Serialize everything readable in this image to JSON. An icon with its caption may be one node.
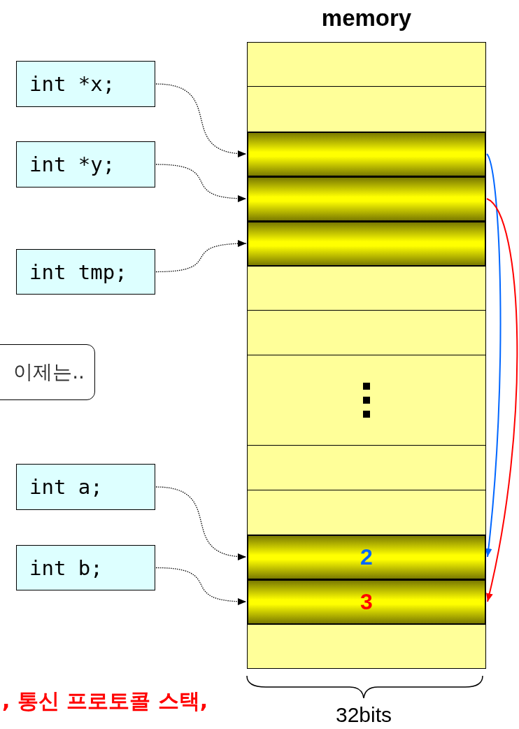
{
  "diagram": {
    "nodes": [
      {
        "text": [
          "int *x;"
        ]
      },
      {
        "text": [
          "int *y;"
        ]
      },
      {
        "text": [
          "int tmp;"
        ]
      },
      {
        "text": [
          "이제는.."
        ]
      },
      {
        "text": [
          "int a;"
        ]
      },
      {
        "text": [
          "int b;"
        ]
      },
      {
        "text": [
          "memory"
        ]
      },
      {
        "text": [],
        "shape": "box",
        "in": 6
      },
      {
        "text": [],
        "shape": "box",
        "in": 6
      },
      {
        "text": [],
        "shape": "box",
        "in": 6
      },
      {
        "text": [],
        "shape": "box",
        "in": 6
      },
      {
        "text": [],
        "shape": "box",
        "in": 6
      },
      {
        "text": [],
        "shape": "box",
        "in": 6
      },
      {
        "text": [],
        "shape": "box",
        "in": 6
      },
      {
        "text": [],
        "shape": "box",
        "in": 6
      },
      {
        "text": [],
        "shape": "box",
        "in": 6
      },
      {
        "text": [],
        "shape": "box",
        "in": 6
      },
      {
        "text": [
          "2"
        ],
        "in": 6
      },
      {
        "text": [
          "3"
        ],
        "in": 6
      },
      {
        "text": [],
        "shape": "box",
        "in": 6
      }
    ],
    "edges": [
      {
        "from": 0,
        "to": 9,
        "arrow": "to",
        "style": "dashed"
      },
      {
        "from": 1,
        "to": 10,
        "arrow": "to",
        "style": "dashed"
      },
      {
        "from": 2,
        "to": 11,
        "arrow": "to",
        "style": "dashed"
      },
      {
        "from": 4,
        "to": 17,
        "arrow": "to",
        "style": "dashed"
      },
      {
        "from": 5,
        "to": 18,
        "arrow": "to",
        "style": "dashed"
      },
      {
        "from": 9,
        "to": 17,
        "arrow": "to",
        "color": "#0066ff"
      },
      {
        "from": 10,
        "to": 18,
        "arrow": "to",
        "color": "#ff0000"
      }
    ],
    "labels": [
      ", 통신 프로토콜 스택,",
      "32bits"
    ]
  }
}
